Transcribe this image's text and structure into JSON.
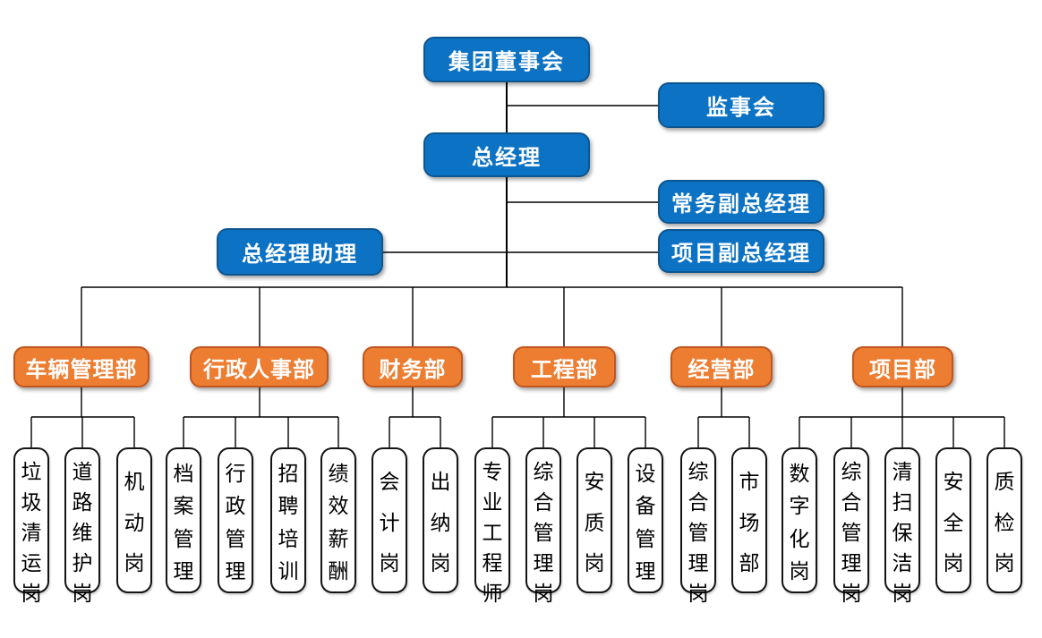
{
  "org": {
    "top": {
      "board": "集团董事会",
      "supervisory": "监事会",
      "gm": "总经理",
      "deputy_executive": "常务副总经理",
      "gm_assistant": "总经理助理",
      "deputy_project": "项目副总经理"
    },
    "departments": [
      {
        "label": "车辆管理部",
        "posts": [
          "垃圾清运岗",
          "道路维护岗",
          "机动岗"
        ]
      },
      {
        "label": "行政人事部",
        "posts": [
          "档案管理",
          "行政管理",
          "招聘培训",
          "绩效薪酬"
        ]
      },
      {
        "label": "财务部",
        "posts": [
          "会计岗",
          "出纳岗"
        ]
      },
      {
        "label": "工程部",
        "posts": [
          "专业工程师",
          "综合管理岗",
          "安质岗",
          "设备管理"
        ]
      },
      {
        "label": "经营部",
        "posts": [
          "综合管理岗",
          "市场部"
        ]
      },
      {
        "label": "项目部",
        "posts": [
          "数字化岗",
          "综合管理岗",
          "清扫保洁岗",
          "安全岗",
          "质检岗"
        ]
      }
    ],
    "colors": {
      "node_blue": "#0c72c4",
      "node_blue_border": "#0e558f",
      "node_orange": "#ed7d31",
      "node_orange_border": "#c0561f",
      "connector_line": "#000000",
      "post_fill": "#ffffff",
      "post_border": "#141414"
    }
  }
}
